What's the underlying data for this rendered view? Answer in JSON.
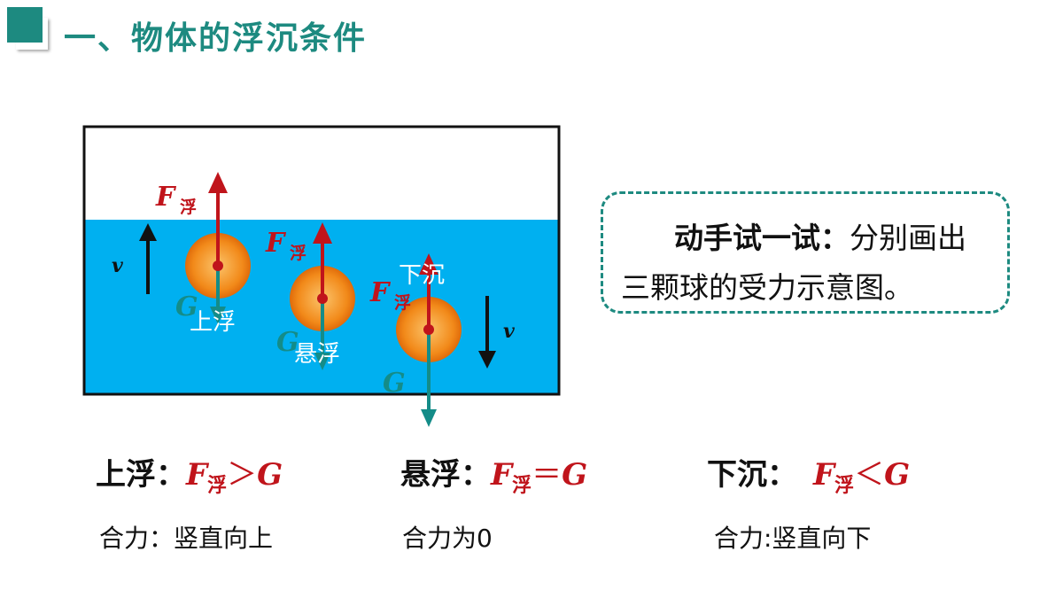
{
  "title": "一、物体的浮沉条件",
  "callout": {
    "line_bold": "动手试一试：",
    "line_rest": "分别画出三颗球的受力示意图。"
  },
  "diagram": {
    "velocity_symbol": "v",
    "force_buoyancy": "F",
    "force_buoyancy_sub": "浮",
    "force_gravity": "G",
    "labels": {
      "rise": "上浮",
      "suspend": "悬浮",
      "sink": "下沉"
    }
  },
  "conditions": [
    {
      "state": "上浮：",
      "F": "F",
      "sub": "浮",
      "op": "＞",
      "G": "G",
      "net": "合力：竖直向上"
    },
    {
      "state": "悬浮：",
      "F": "F",
      "sub": "浮",
      "op": "＝",
      "G": "G",
      "net": "合力为0"
    },
    {
      "state": "下沉：",
      "F": "F",
      "sub": "浮",
      "op": "＜",
      "G": "G",
      "net": "合力:竖直向下"
    }
  ],
  "colors": {
    "accent": "#1d8a80",
    "water": "#00b0f0",
    "buoyancy_arrow": "#c0141b",
    "gravity_arrow": "#148c88",
    "ball": "#f28a1a"
  }
}
